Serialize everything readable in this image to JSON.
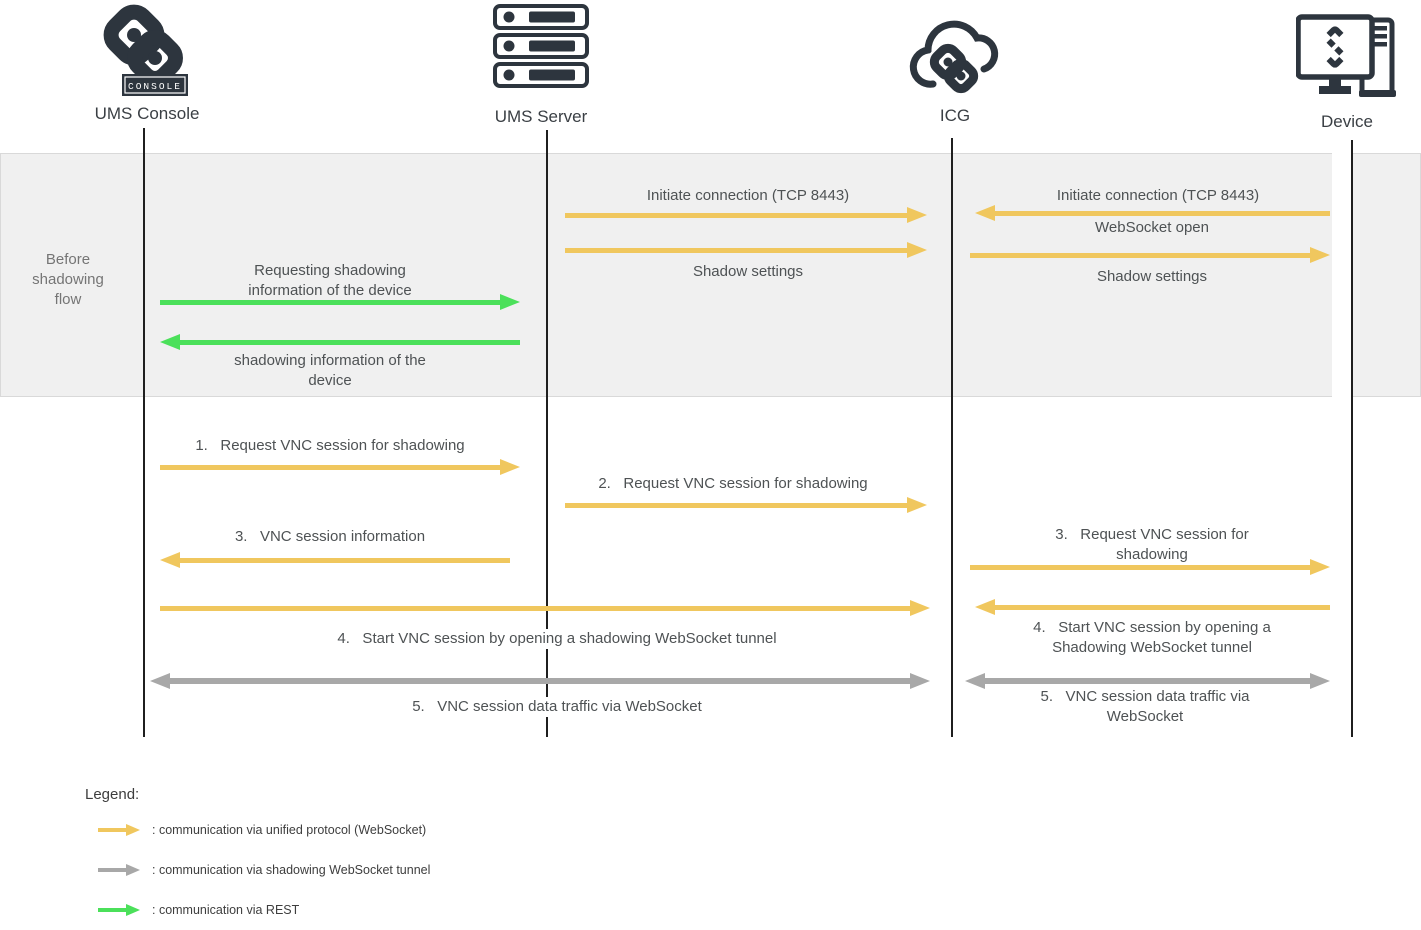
{
  "diagram": {
    "actors": [
      {
        "id": "ums-console",
        "label": "UMS Console"
      },
      {
        "id": "ums-server",
        "label": "UMS Server"
      },
      {
        "id": "icg",
        "label": "ICG"
      },
      {
        "id": "device",
        "label": "Device"
      }
    ],
    "console_badge": "CONSOLE",
    "band_label": "Before shadowing flow",
    "messages": [
      {
        "id": "initiate-server-icg",
        "label": "Initiate connection (TCP 8443)",
        "from": "ums-server",
        "to": "icg",
        "type": "websocket"
      },
      {
        "id": "shadow-settings-server-icg",
        "label": "Shadow settings",
        "from": "ums-server",
        "to": "icg",
        "type": "websocket"
      },
      {
        "id": "initiate-device-icg",
        "label": "Initiate connection (TCP 8443)",
        "from": "device",
        "to": "icg",
        "type": "websocket"
      },
      {
        "id": "websocket-open",
        "label": "WebSocket open",
        "from": "icg",
        "to": "device",
        "type": "websocket"
      },
      {
        "id": "shadow-settings-icg-device",
        "label": "Shadow settings",
        "from": "icg",
        "to": "device",
        "type": "websocket"
      },
      {
        "id": "request-shadowing-info",
        "label": "Requesting shadowing\ninformation of the device",
        "from": "ums-console",
        "to": "ums-server",
        "type": "rest"
      },
      {
        "id": "shadowing-info",
        "label": "shadowing information of the\ndevice",
        "from": "ums-server",
        "to": "ums-console",
        "type": "rest"
      },
      {
        "id": "step1",
        "label": "1.   Request VNC session for shadowing",
        "from": "ums-console",
        "to": "ums-server",
        "type": "websocket"
      },
      {
        "id": "step2",
        "label": "2.   Request VNC session for shadowing",
        "from": "ums-server",
        "to": "icg",
        "type": "websocket"
      },
      {
        "id": "step3-left",
        "label": "3.   VNC session information",
        "from": "ums-server",
        "to": "ums-console",
        "type": "websocket"
      },
      {
        "id": "step3-right",
        "label": "3.   Request VNC session for shadowing",
        "from": "icg",
        "to": "device",
        "type": "websocket"
      },
      {
        "id": "step4-long",
        "label": "4.   Start VNC session by opening a shadowing WebSocket tunnel",
        "from": "ums-console",
        "to": "icg",
        "type": "websocket"
      },
      {
        "id": "step4-right",
        "label": "4.   Start VNC session by opening a\nShadowing WebSocket tunnel",
        "from": "device",
        "to": "icg",
        "type": "websocket"
      },
      {
        "id": "step5-long",
        "label": "5.   VNC session data traffic via WebSocket",
        "from": "ums-console",
        "to": "icg",
        "type": "tunnel"
      },
      {
        "id": "step5-right",
        "label": "5.   VNC session data traffic via\nWebSocket",
        "from": "icg",
        "to": "device",
        "type": "tunnel"
      }
    ],
    "legend": {
      "title": "Legend:",
      "items": [
        {
          "label": ": communication via unified protocol (WebSocket)",
          "color": "#F0C75E"
        },
        {
          "label": ": communication via shadowing WebSocket tunnel",
          "color": "#A8A8A8"
        },
        {
          "label": ": communication via REST",
          "color": "#4BE05A"
        }
      ]
    },
    "colors": {
      "websocket": "#F0C75E",
      "tunnel": "#A8A8A8",
      "rest": "#4BE05A",
      "icon": "#2D353E"
    }
  }
}
